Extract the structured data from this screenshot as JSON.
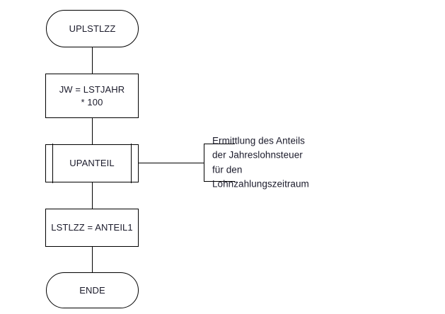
{
  "diagram": {
    "title": "UPLSTLZZ Flussdiagramm",
    "background_color": "#ffffff",
    "line_color": "#000000",
    "text_color": "#1b1b2b",
    "nodes": {
      "start": {
        "label": "UPLSTLZZ",
        "shape": "terminator"
      },
      "assign_jw": {
        "label": "JW = LSTJAHR\n* 100",
        "shape": "process"
      },
      "call_upanteil": {
        "label": "UPANTEIL",
        "shape": "predefined-process"
      },
      "assign_lstlzz": {
        "label": "LSTLZZ = ANTEIL1",
        "shape": "process"
      },
      "end": {
        "label": "ENDE",
        "shape": "terminator"
      }
    },
    "annotation": {
      "text": "Ermittlung des Anteils der Jahreslohnsteuer\nfür den Lohnzahlungszeitraum",
      "attached_to": "UPANTEIL"
    }
  }
}
